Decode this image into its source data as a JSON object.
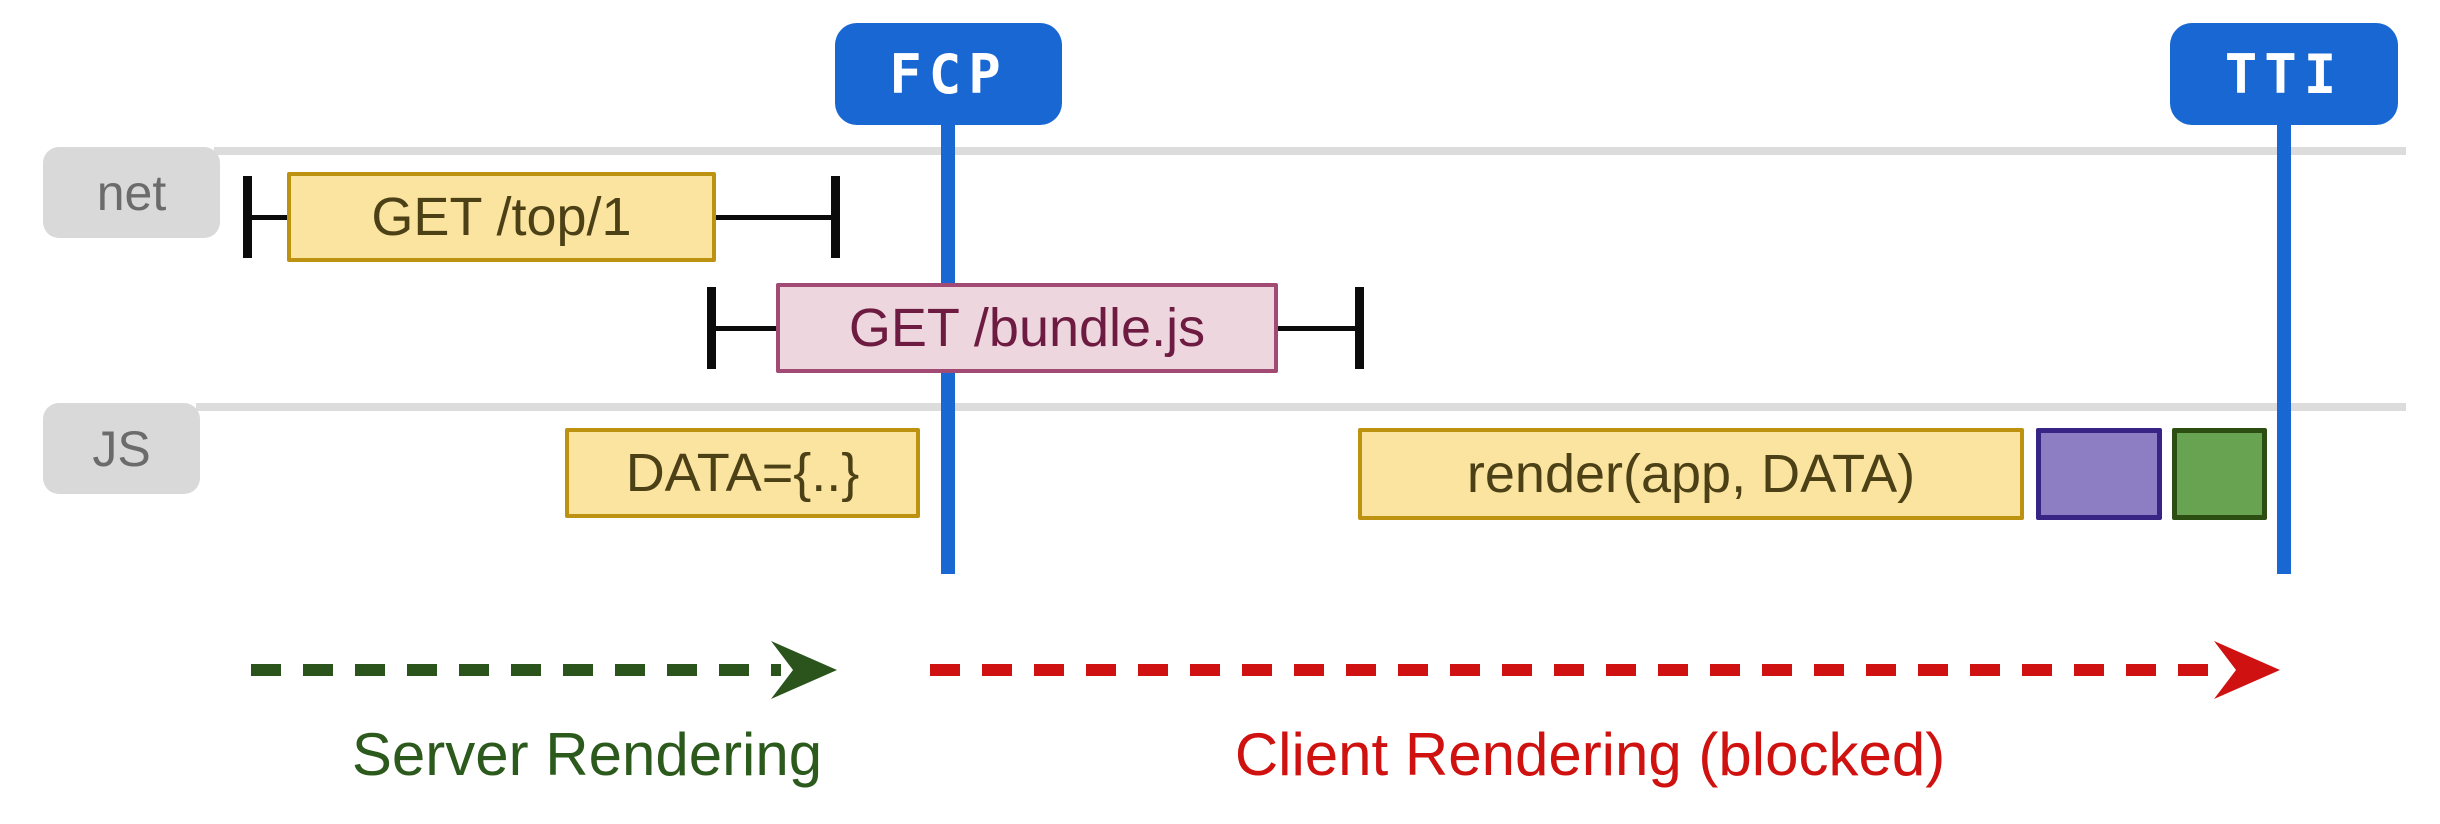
{
  "markers": {
    "fcp": {
      "label": "FCP",
      "color": "#1967d2"
    },
    "tti": {
      "label": "TTI",
      "color": "#1967d2"
    }
  },
  "lanes": {
    "net": {
      "label": "net"
    },
    "js": {
      "label": "JS"
    }
  },
  "network_requests": [
    {
      "label": "GET /top/1",
      "fill": "#fbe49f",
      "border": "#bd9210"
    },
    {
      "label": "GET /bundle.js",
      "fill": "#eed6df",
      "border": "#a04a74"
    }
  ],
  "js_tasks": [
    {
      "label": "DATA={..}",
      "fill": "#fbe49f",
      "border": "#bd9210"
    },
    {
      "label": "render(app, DATA)",
      "fill": "#fbe49f",
      "border": "#bd9210"
    },
    {
      "label": "",
      "fill": "#8d7dc2",
      "border": "#372485"
    },
    {
      "label": "",
      "fill": "#67a351",
      "border": "#2c4e12"
    }
  ],
  "phases": [
    {
      "label": "Server Rendering",
      "color": "#2c5a1d"
    },
    {
      "label": "Client Rendering (blocked)",
      "color": "#cf1110"
    }
  ]
}
